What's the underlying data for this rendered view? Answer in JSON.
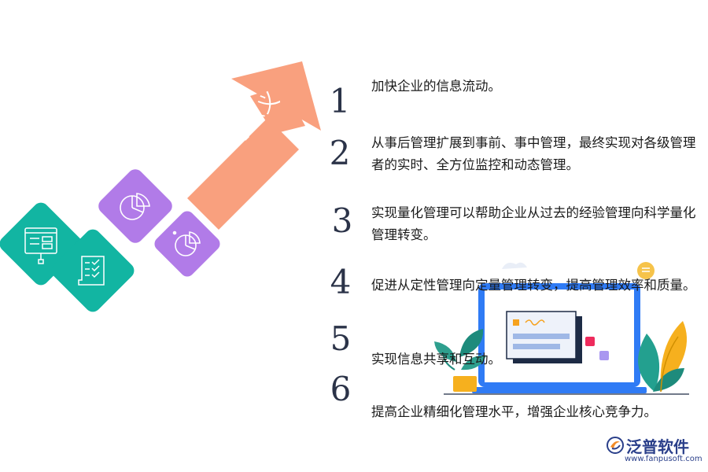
{
  "arrow": {
    "label": "应用erp意义",
    "color": "#F9A07E"
  },
  "tiles": [
    {
      "color": "#12B5A2",
      "icon": "presentation-board-icon"
    },
    {
      "color": "#12B5A2",
      "icon": "checklist-document-icon"
    },
    {
      "color": "#B17BE8",
      "icon": "pie-chart-icon"
    },
    {
      "color": "#B17BE8",
      "icon": "pie-chart-icon"
    }
  ],
  "items": [
    {
      "number": "1",
      "text": "加快企业的信息流动。"
    },
    {
      "number": "2",
      "text": "从事后管理扩展到事前、事中管理，最终实现对各级管理者的实时、全方位监控和动态管理。"
    },
    {
      "number": "3",
      "text": "实现量化管理可以帮助企业从过去的经验管理向科学量化管理转变。"
    },
    {
      "number": "4",
      "text": "促进从定性管理向定量管理转变，提高管理效率和质量。"
    },
    {
      "number": "5",
      "text": "实现信息共享和互动。"
    },
    {
      "number": "6",
      "text": "提高企业精细化管理水平，增强企业核心竞争力。"
    }
  ],
  "brand": {
    "name": "泛普软件",
    "url": "www.fanpusoft.com",
    "icon": "fanpu-logo-icon"
  },
  "colors": {
    "accent_orange": "#F9A07E",
    "teal": "#12B5A2",
    "purple": "#B17BE8",
    "screen_blue": "#2F7BF5",
    "number_color": "#2B3348"
  }
}
